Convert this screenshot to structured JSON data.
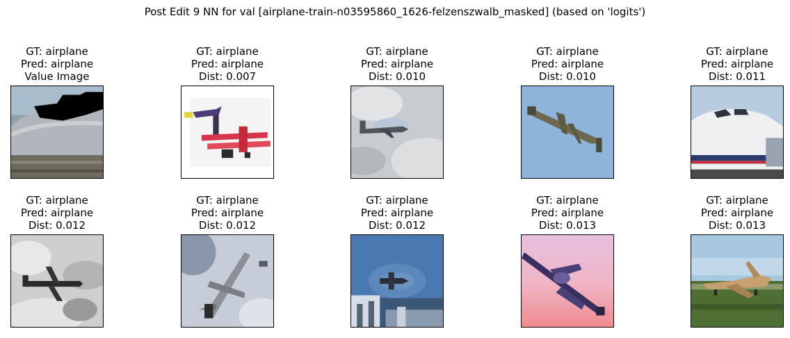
{
  "title": "Post Edit 9 NN for val [airplane-train-n03595860_1626-felzenszwalb_masked] (based on 'logits')",
  "panels": [
    {
      "gt": "GT: airplane",
      "pred": "Pred: airplane",
      "extra": "Value Image",
      "image": "airliner-fuselage-masked"
    },
    {
      "gt": "GT: airplane",
      "pred": "Pred: airplane",
      "extra": "Dist: 0.007",
      "image": "red-biplane-white-bg"
    },
    {
      "gt": "GT: airplane",
      "pred": "Pred: airplane",
      "extra": "Dist: 0.010",
      "image": "jet-in-clouds"
    },
    {
      "gt": "GT: airplane",
      "pred": "Pred: airplane",
      "extra": "Dist: 0.010",
      "image": "prop-plane-blue-sky"
    },
    {
      "gt": "GT: airplane",
      "pred": "Pred: airplane",
      "extra": "Dist: 0.011",
      "image": "airliner-nose-front"
    },
    {
      "gt": "GT: airplane",
      "pred": "Pred: airplane",
      "extra": "Dist: 0.012",
      "image": "grayscale-fighter"
    },
    {
      "gt": "GT: airplane",
      "pred": "Pred: airplane",
      "extra": "Dist: 0.012",
      "image": "plane-climbing-gray-sky"
    },
    {
      "gt": "GT: airplane",
      "pred": "Pred: airplane",
      "extra": "Dist: 0.012",
      "image": "plane-over-city-blue-sky"
    },
    {
      "gt": "GT: airplane",
      "pred": "Pred: airplane",
      "extra": "Dist: 0.013",
      "image": "plane-pink-sunset"
    },
    {
      "gt": "GT: airplane",
      "pred": "Pred: airplane",
      "extra": "Dist: 0.013",
      "image": "tan-jet-on-grass"
    }
  ]
}
